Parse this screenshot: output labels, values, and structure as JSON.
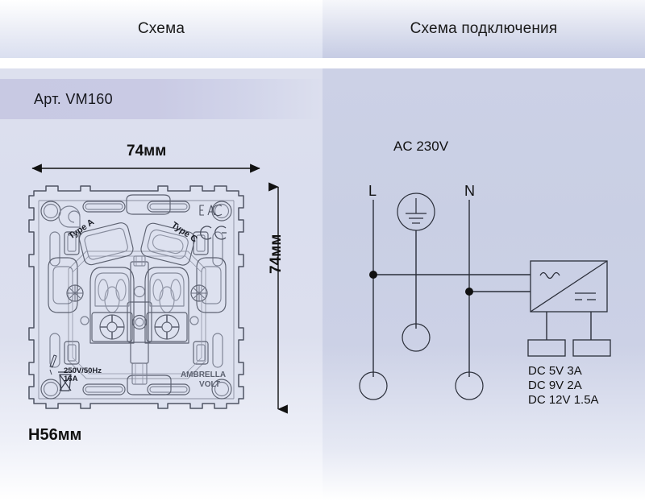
{
  "tabs": [
    {
      "label": "Схема",
      "name": "tab-scheme"
    },
    {
      "label": "Схема подключения",
      "name": "tab-wiring-scheme"
    }
  ],
  "left_panel": {
    "article": "Арт. VM160",
    "dimension_width": "74мм",
    "dimension_height": "74мм",
    "height_label": "H56мм",
    "product_markings": {
      "port_a": "Type A",
      "port_c": "Type C",
      "rating_line1": "250V/50Hz",
      "rating_line2": "16A",
      "brand_line1": "AMBRELLA",
      "brand_line2": "VOLT",
      "cert_eac": "EAC",
      "cert_ce": "CE"
    }
  },
  "right_panel": {
    "supply_label": "AC 230V",
    "line_label": "L",
    "neutral_label": "N",
    "dc_outputs": [
      "DC 5V 3A",
      "DC 9V 2A",
      "DC 12V 1.5A"
    ]
  },
  "colors": {
    "panel_left_top": "#dde0ee",
    "panel_right_top": "#ccd1e6",
    "band": "#c8c9e3",
    "ink": "#1a1a1a",
    "line": "#4a4f5e"
  }
}
